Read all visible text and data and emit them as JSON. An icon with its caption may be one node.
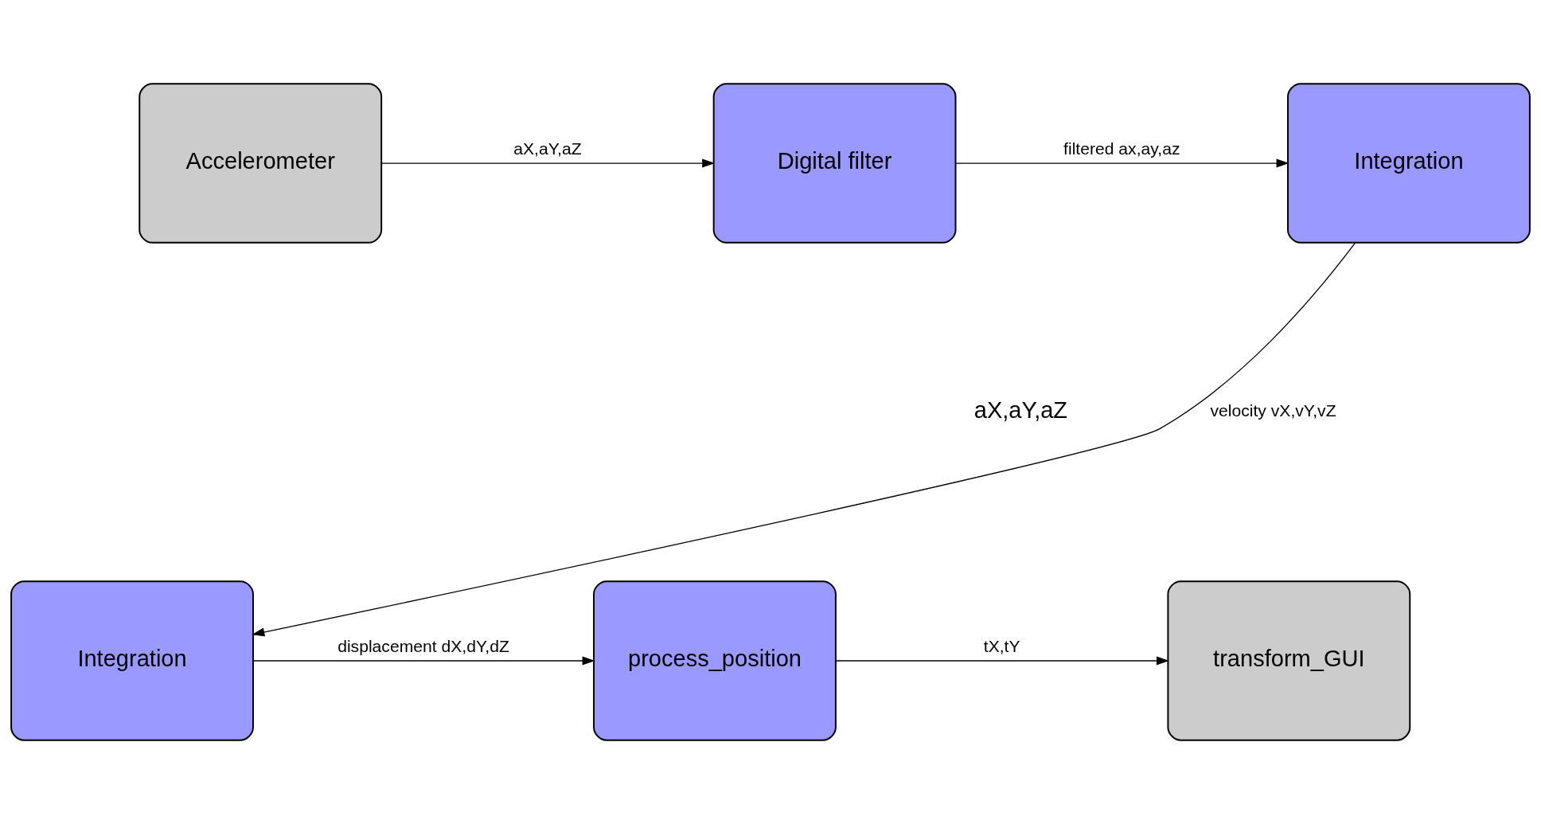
{
  "diagram": {
    "nodes": [
      {
        "text": [
          "Accelerometer"
        ]
      },
      {
        "text": [
          "Digital filter"
        ]
      },
      {
        "text": [
          "Integration"
        ]
      },
      {
        "text": [
          "transform_GUI"
        ]
      },
      {
        "text": [
          "process_position"
        ]
      },
      {
        "text": [
          "Integration"
        ]
      }
    ],
    "edges": [
      {
        "from": 0,
        "to": 1,
        "arrow": "to",
        "label": "aX,aY,aZ"
      },
      {
        "from": 1,
        "to": 2,
        "arrow": "to",
        "label": "filtered ax,ay,az"
      },
      {
        "from": 2,
        "to": 5,
        "arrow": "to",
        "label": "velocity vX,vY,vZ"
      },
      {
        "from": 5,
        "to": 4,
        "arrow": "to",
        "label": "displacement dX,dY,dZ"
      },
      {
        "from": 4,
        "to": 3,
        "arrow": "to",
        "label": "tX,tY"
      }
    ],
    "labels": [
      "aX,aY,aZ"
    ]
  }
}
